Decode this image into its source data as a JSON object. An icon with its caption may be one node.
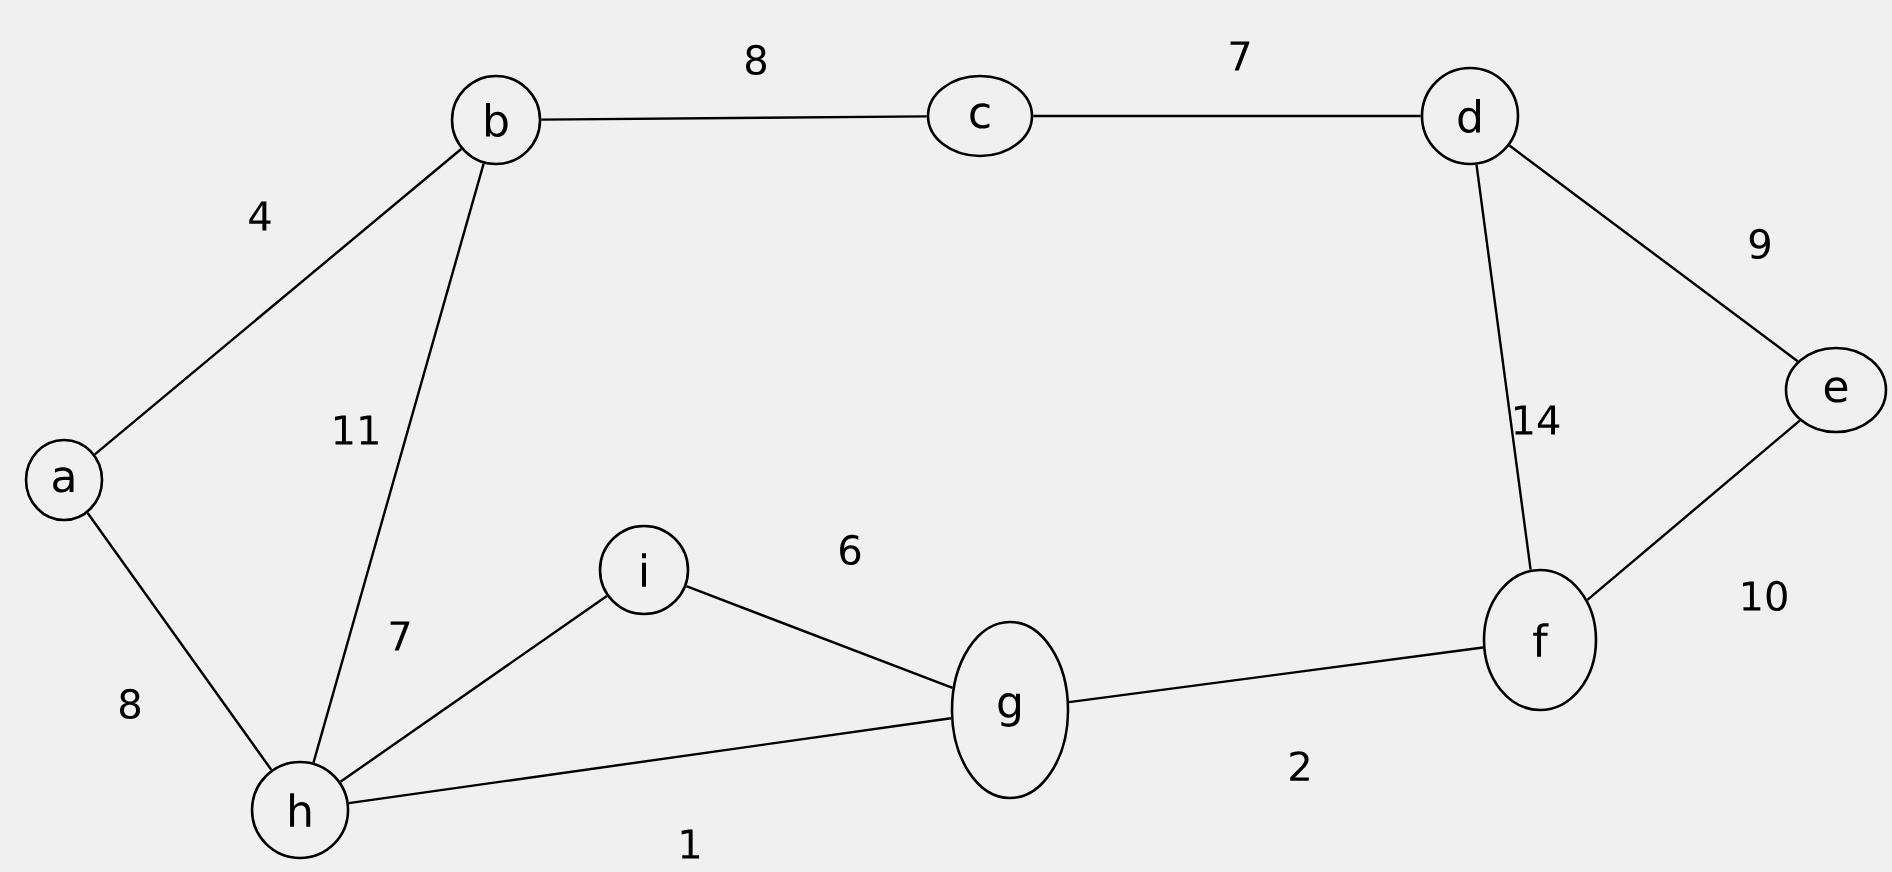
{
  "diagram": {
    "nodes": [
      {
        "text": [
          "a"
        ]
      },
      {
        "text": [
          "b"
        ]
      },
      {
        "text": [
          "c"
        ]
      },
      {
        "text": [
          "d"
        ]
      },
      {
        "text": [
          "e"
        ]
      },
      {
        "text": [
          "f"
        ]
      },
      {
        "text": [
          "g"
        ]
      },
      {
        "text": [
          "h"
        ]
      },
      {
        "text": [
          "i"
        ]
      }
    ],
    "edges": [
      {
        "from": 0,
        "to": 1,
        "arrow": "none",
        "label": "4"
      },
      {
        "from": 1,
        "to": 2,
        "arrow": "none",
        "label": "8"
      },
      {
        "from": 2,
        "to": 3,
        "arrow": "none",
        "label": "7"
      },
      {
        "from": 3,
        "to": 4,
        "arrow": "none",
        "label": "9"
      },
      {
        "from": 3,
        "to": 5,
        "arrow": "none",
        "label": "14"
      },
      {
        "from": 4,
        "to": 5,
        "arrow": "none",
        "label": "10"
      },
      {
        "from": 6,
        "to": 5,
        "arrow": "none",
        "label": "2"
      },
      {
        "from": 8,
        "to": 6,
        "arrow": "none",
        "label": "6"
      },
      {
        "from": 7,
        "to": 6,
        "arrow": "none",
        "label": "1"
      },
      {
        "from": 7,
        "to": 8,
        "arrow": "none",
        "label": "7"
      },
      {
        "from": 1,
        "to": 7,
        "arrow": "none",
        "label": "11"
      },
      {
        "from": 0,
        "to": 7,
        "arrow": "none",
        "label": "8"
      }
    ]
  }
}
